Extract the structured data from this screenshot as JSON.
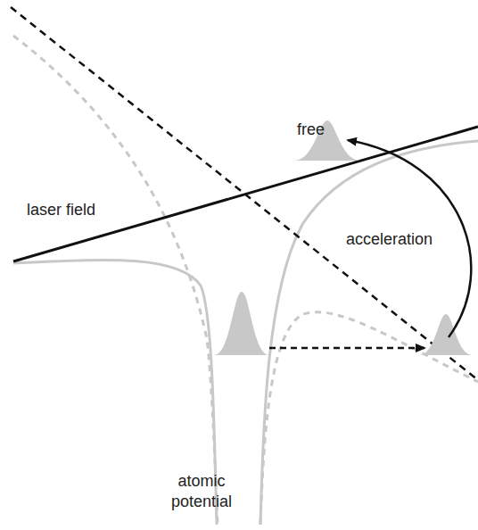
{
  "diagram": {
    "labels": [
      "free",
      "laser field",
      "acceleration",
      "atomic potential"
    ]
  }
}
